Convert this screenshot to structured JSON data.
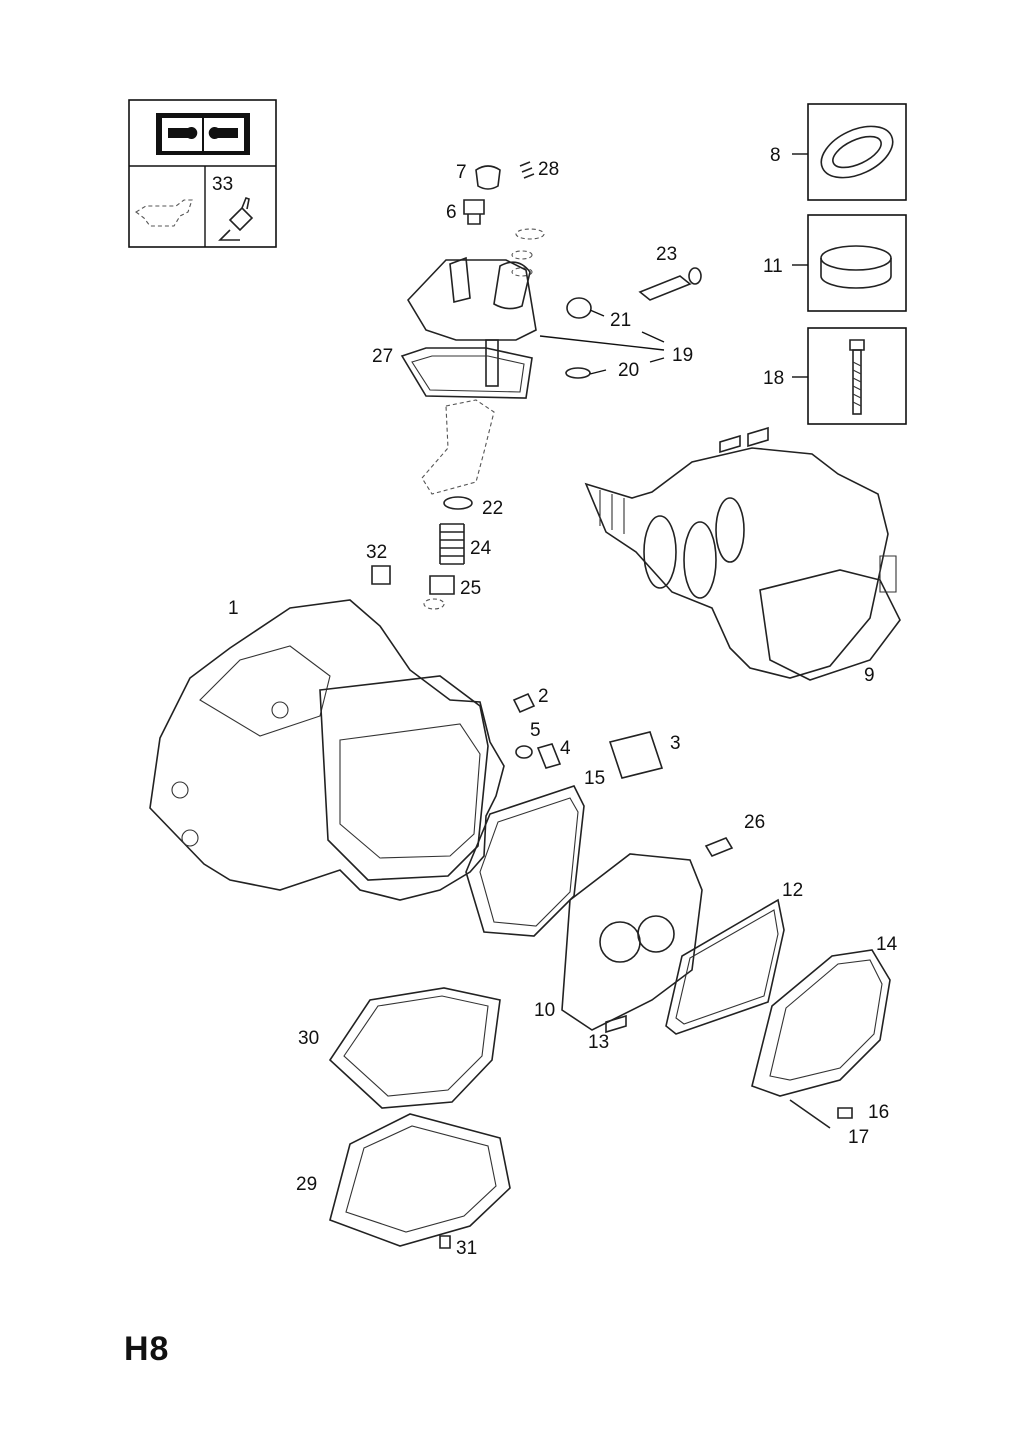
{
  "page": {
    "code": "H8"
  },
  "legend_box": {
    "tool_icon": "workshop-manual-wrench-icon",
    "item_label": "33"
  },
  "inset_parts": [
    {
      "label": "8"
    },
    {
      "label": "11"
    },
    {
      "label": "18"
    }
  ],
  "callouts": {
    "c1": "1",
    "c2": "2",
    "c3": "3",
    "c4": "4",
    "c5": "5",
    "c6": "6",
    "c7": "7",
    "c9": "9",
    "c10": "10",
    "c12": "12",
    "c13": "13",
    "c14": "14",
    "c15": "15",
    "c16": "16",
    "c17": "17",
    "c19": "19",
    "c20": "20",
    "c21": "21",
    "c22": "22",
    "c23": "23",
    "c24": "24",
    "c25": "25",
    "c26": "26",
    "c27": "27",
    "c28": "28",
    "c29": "29",
    "c30": "30",
    "c31": "31",
    "c32": "32"
  }
}
